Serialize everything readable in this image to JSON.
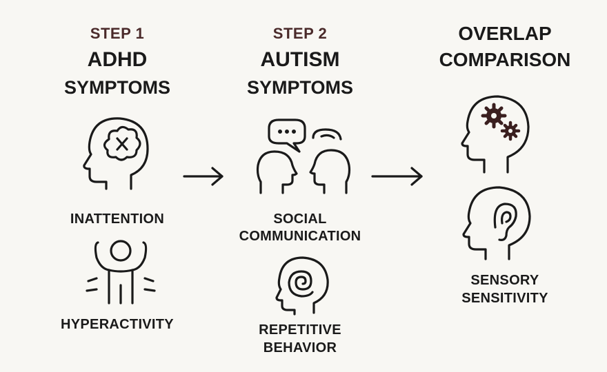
{
  "columns": [
    {
      "step": "STEP 1",
      "title": "ADHD",
      "subtitle": "SYMPTOMS",
      "items": [
        {
          "label_lines": [
            "INATTENTION"
          ],
          "icon": "head-with-crossed-brain-icon"
        },
        {
          "label_lines": [
            "HYPERACTIVITY"
          ],
          "icon": "person-arms-raised-icon"
        }
      ]
    },
    {
      "step": "STEP 2",
      "title": "AUTISM",
      "subtitle": "SYMPTOMS",
      "items": [
        {
          "label_lines": [
            "SOCIAL",
            "COMMUNICATION"
          ],
          "icon": "two-heads-speech-bubbles-icon"
        },
        {
          "label_lines": [
            "REPETITIVE",
            "BEHAVIOR"
          ],
          "icon": "head-with-spiral-icon"
        }
      ]
    },
    {
      "title_lines": [
        "OVERLAP",
        "COMPARISON"
      ],
      "items": [
        {
          "label_lines": [],
          "icon": "head-with-gears-icon"
        },
        {
          "label_lines": [
            "SENSORY",
            "SENSITIVITY"
          ],
          "icon": "head-with-ear-icon"
        }
      ]
    }
  ],
  "arrows": [
    "right-arrow-icon",
    "right-arrow-icon"
  ],
  "colors": {
    "background": "#f8f7f3",
    "ink": "#1a1a1a",
    "step_text": "#4a2a2a",
    "gear": "#3a1f1f"
  }
}
